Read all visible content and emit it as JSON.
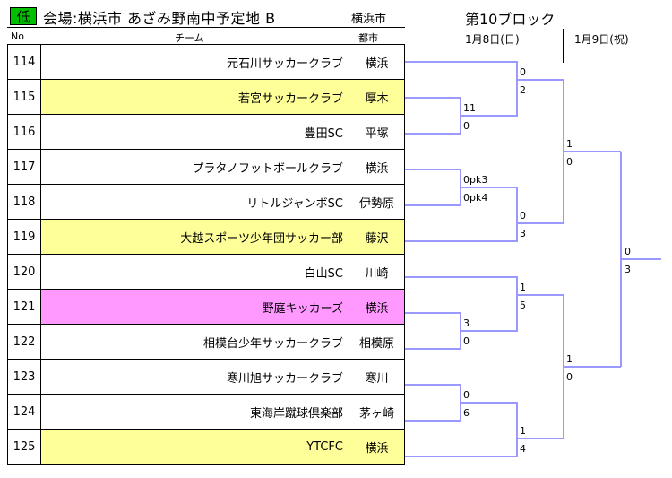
{
  "header": {
    "category_badge": "低",
    "venue": "会場:横浜市 あざみ野南中予定地 B",
    "venue_city": "横浜市",
    "col_no": "No",
    "col_team": "チーム",
    "col_city": "都市",
    "block_title": "第10ブロック",
    "date1": "1月8日(日)",
    "date2": "1月9日(祝)"
  },
  "teams": [
    {
      "no": "114",
      "name": "元石川サッカークラブ",
      "city": "横浜"
    },
    {
      "no": "115",
      "name": "若宮サッカークラブ",
      "city": "厚木"
    },
    {
      "no": "116",
      "name": "豊田SC",
      "city": "平塚"
    },
    {
      "no": "117",
      "name": "プラタノフットボールクラブ",
      "city": "横浜"
    },
    {
      "no": "118",
      "name": "リトルジャンボSC",
      "city": "伊勢原"
    },
    {
      "no": "119",
      "name": "大越スポーツ少年団サッカー部",
      "city": "藤沢"
    },
    {
      "no": "120",
      "name": "白山SC",
      "city": "川崎"
    },
    {
      "no": "121",
      "name": "野庭キッカーズ",
      "city": "横浜"
    },
    {
      "no": "122",
      "name": "相模台少年サッカークラブ",
      "city": "相模原"
    },
    {
      "no": "123",
      "name": "寒川旭サッカークラブ",
      "city": "寒川"
    },
    {
      "no": "124",
      "name": "東海岸蹴球倶楽部",
      "city": "茅ヶ崎"
    },
    {
      "no": "125",
      "name": "YTCFC",
      "city": "横浜"
    }
  ],
  "scores": {
    "m1_top": "11",
    "m1_bot": "0",
    "m2_top": "0pk3",
    "m2_bot": "0pk4",
    "m3_top": "3",
    "m3_bot": "0",
    "m4_top": "0",
    "m4_bot": "6",
    "r2a_top": "0",
    "r2a_bot": "2",
    "r2b_top": "0",
    "r2b_bot": "3",
    "r2c_top": "1",
    "r2c_bot": "5",
    "r2d_top": "1",
    "r2d_bot": "4",
    "sf1_top": "1",
    "sf1_bot": "0",
    "sf2_top": "1",
    "sf2_bot": "0",
    "final_top": "0",
    "final_bot": "3"
  },
  "colors": {
    "bracket_line": "#9999ff",
    "badge": "#00c000",
    "highlight_yellow": "#ffff99",
    "highlight_pink": "#ff99ff"
  }
}
